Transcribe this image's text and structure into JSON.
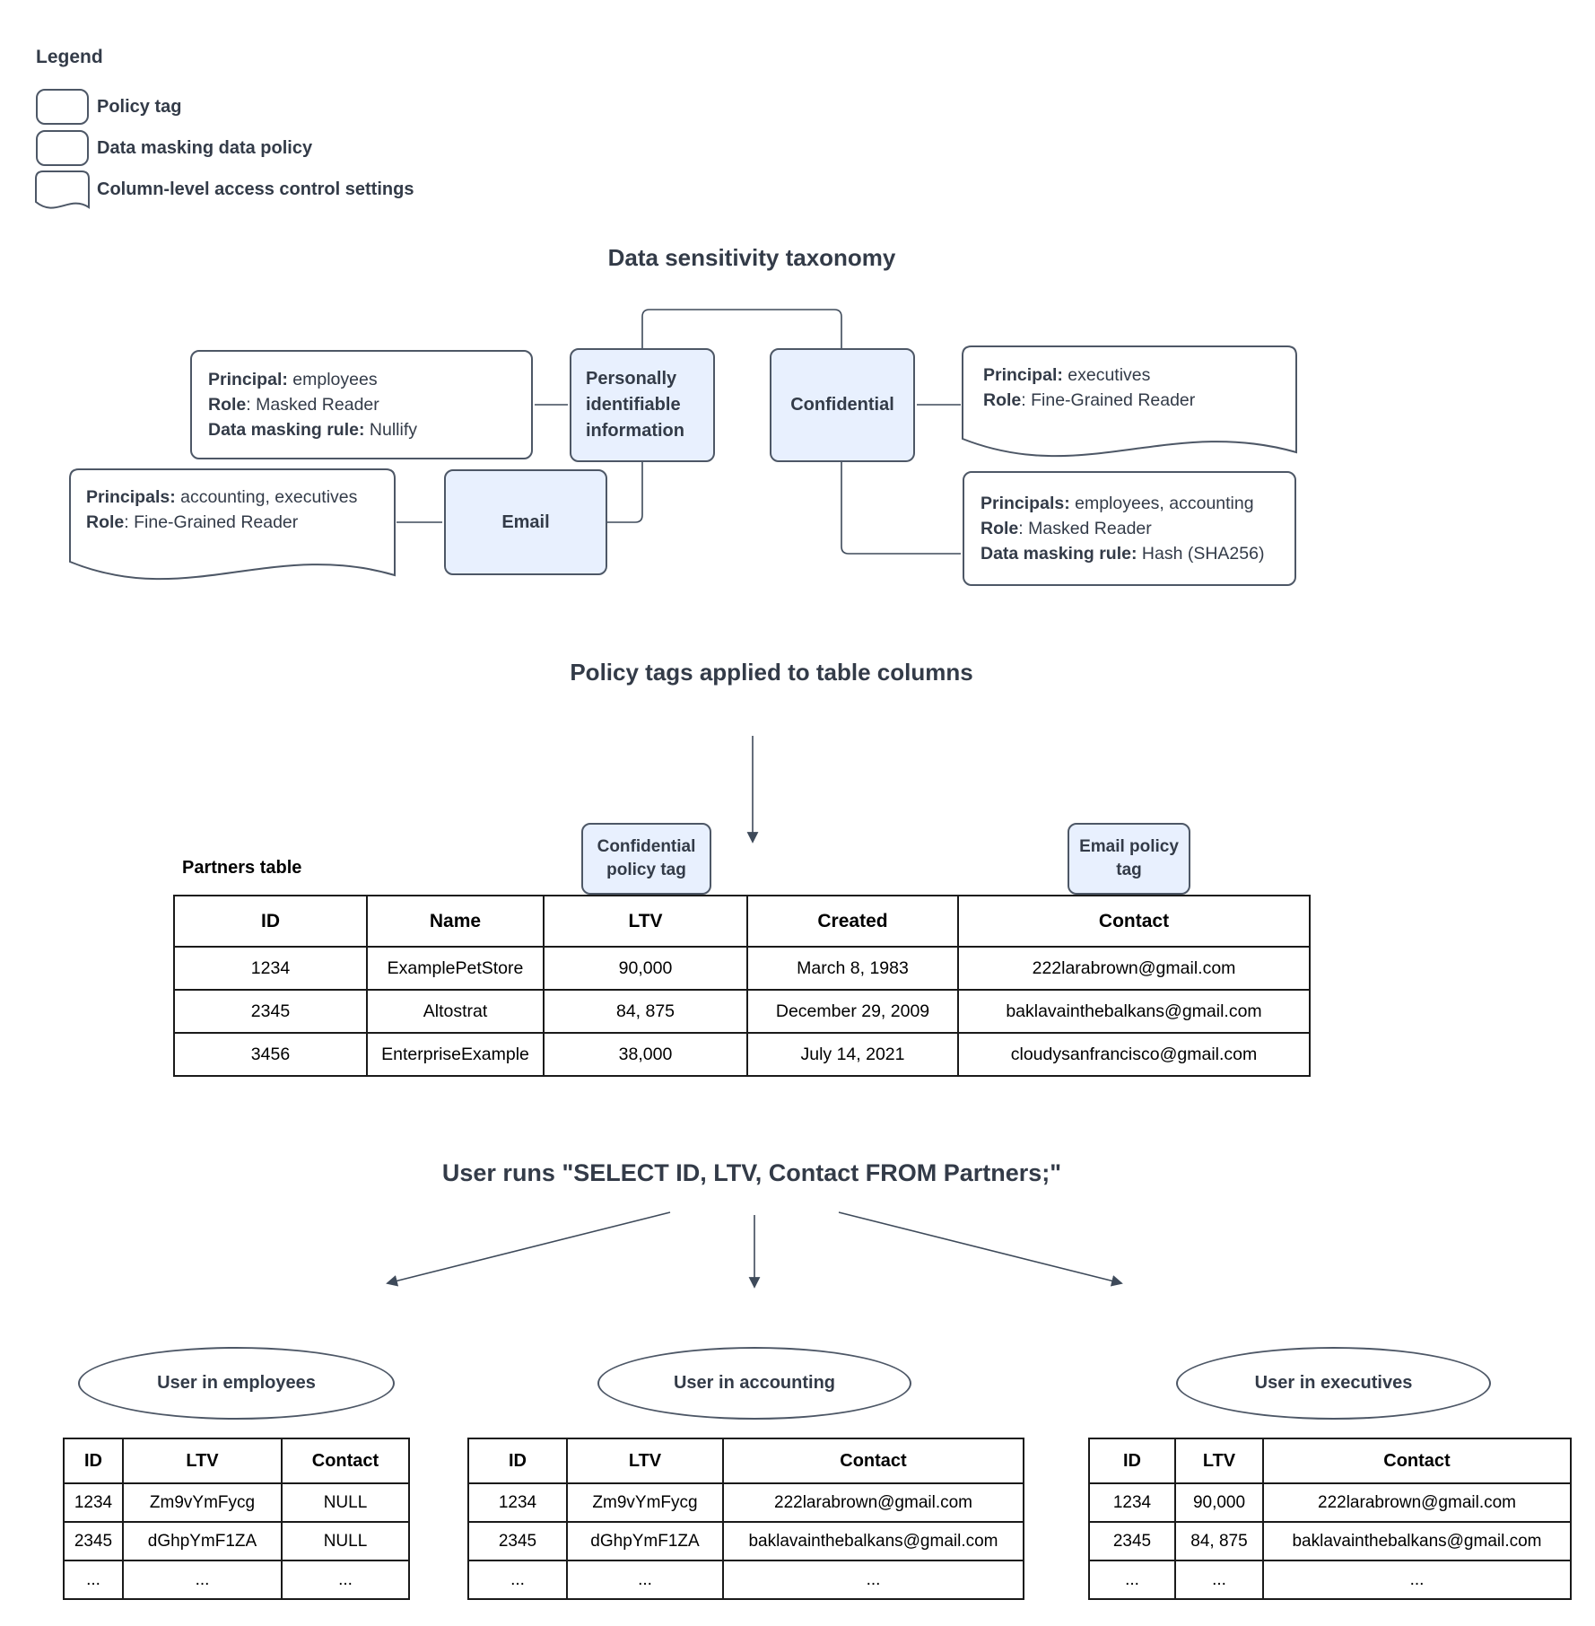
{
  "colors": {
    "policy_tag_fill": "#e8f0fe",
    "shape_border": "#4d5766",
    "text": "#333b48",
    "table_border": "#1a1a1a"
  },
  "legend": {
    "title": "Legend",
    "items": [
      {
        "label": "Policy tag",
        "shape": "policy-tag"
      },
      {
        "label": "Data masking data policy",
        "shape": "rounded-rect"
      },
      {
        "label": "Column-level access control settings",
        "shape": "document"
      }
    ]
  },
  "sections": {
    "taxonomy_title": "Data sensitivity taxonomy",
    "policy_tags_title": "Policy tags applied to table columns",
    "query_title": "User runs \"SELECT ID, LTV, Contact FROM Partners;\""
  },
  "taxonomy": {
    "nodes": {
      "pii": "Personally identifiable information",
      "confidential": "Confidential",
      "email": "Email"
    },
    "policies": {
      "pii_masking": {
        "lines": [
          {
            "b": "Principal:",
            "r": " employees"
          },
          {
            "b": "Role",
            "r": ": Masked Reader"
          },
          {
            "b": "Data masking rule:",
            "r": " Nullify"
          }
        ]
      },
      "email_access": {
        "lines": [
          {
            "b": "Principals:",
            "r": " accounting, executives"
          },
          {
            "b": "Role",
            "r": ": Fine-Grained Reader"
          }
        ]
      },
      "confidential_access": {
        "lines": [
          {
            "b": "Principal:",
            "r": " executives"
          },
          {
            "b": "Role",
            "r": ": Fine-Grained Reader"
          }
        ]
      },
      "confidential_masking": {
        "lines": [
          {
            "b": "Principals:",
            "r": " employees, accounting"
          },
          {
            "b": "Role",
            "r": ": Masked Reader"
          },
          {
            "b": "Data masking rule:",
            "r": " Hash (SHA256)"
          }
        ]
      }
    }
  },
  "partners": {
    "label": "Partners table",
    "tags": {
      "confidential": "Confidential policy tag",
      "email": "Email policy tag"
    },
    "headers": [
      "ID",
      "Name",
      "LTV",
      "Created",
      "Contact"
    ],
    "rows": [
      [
        "1234",
        "ExamplePetStore",
        "90,000",
        "March 8, 1983",
        "222larabrown@gmail.com"
      ],
      [
        "2345",
        "Altostrat",
        "84, 875",
        "December 29, 2009",
        "baklavainthebalkans@gmail.com"
      ],
      [
        "3456",
        "EnterpriseExample",
        "38,000",
        "July 14, 2021",
        "cloudysanfrancisco@gmail.com"
      ]
    ]
  },
  "results": {
    "groups": [
      {
        "user": "User in employees",
        "headers": [
          "ID",
          "LTV",
          "Contact"
        ],
        "rows": [
          [
            "1234",
            "Zm9vYmFycg",
            "NULL"
          ],
          [
            "2345",
            "dGhpYmF1ZA",
            "NULL"
          ],
          [
            "...",
            "...",
            "..."
          ]
        ]
      },
      {
        "user": "User in accounting",
        "headers": [
          "ID",
          "LTV",
          "Contact"
        ],
        "rows": [
          [
            "1234",
            "Zm9vYmFycg",
            "222larabrown@gmail.com"
          ],
          [
            "2345",
            "dGhpYmF1ZA",
            "baklavainthebalkans@gmail.com"
          ],
          [
            "...",
            "...",
            "..."
          ]
        ]
      },
      {
        "user": "User in executives",
        "headers": [
          "ID",
          "LTV",
          "Contact"
        ],
        "rows": [
          [
            "1234",
            "90,000",
            "222larabrown@gmail.com"
          ],
          [
            "2345",
            "84, 875",
            "baklavainthebalkans@gmail.com"
          ],
          [
            "...",
            "...",
            "..."
          ]
        ]
      }
    ]
  }
}
